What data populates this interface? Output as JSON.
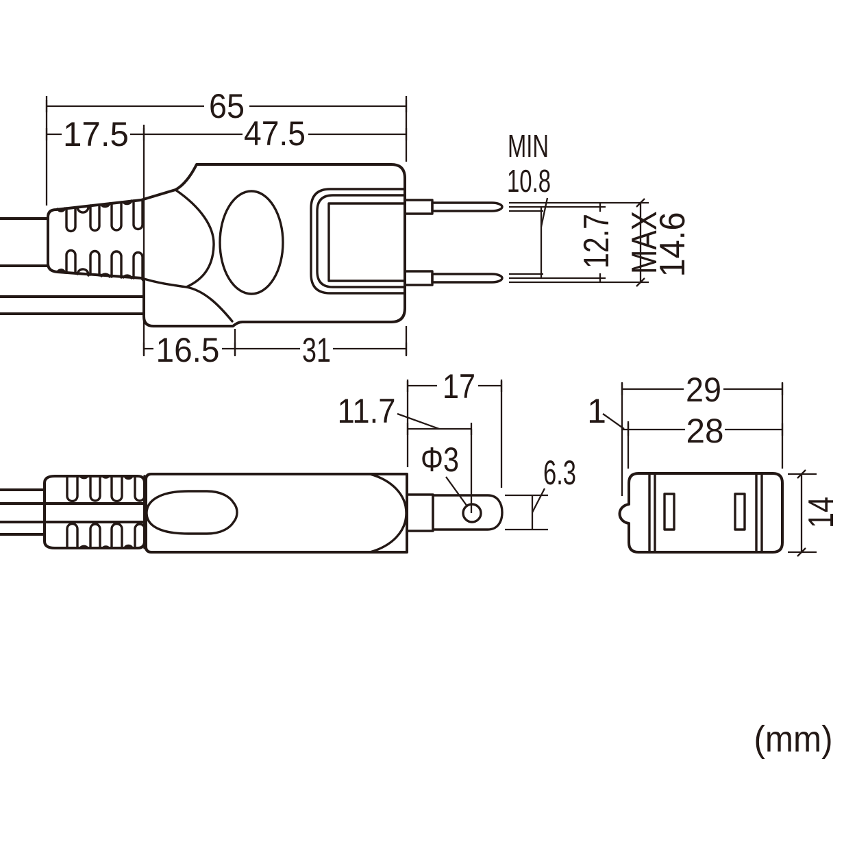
{
  "drawing": {
    "unit_label": "(mm)",
    "line_color": "#231815",
    "background_color": "#ffffff",
    "top_view": {
      "overall_length": "65",
      "boot_length": "17.5",
      "body_length": "47.5",
      "rear_body_length": "16.5",
      "front_body_length": "31",
      "pin_span_min_label": "MIN",
      "pin_span_min_value": "10.8",
      "pin_span_nominal": "12.7",
      "pin_span_max_label": "MAX",
      "pin_span_max_value": "14.6"
    },
    "side_view": {
      "blade_length": "17",
      "hole_center_offset": "11.7",
      "hole_diameter": "Φ3",
      "blade_width": "6.3"
    },
    "front_view": {
      "overall_width": "29",
      "body_width": "28",
      "tongue_protrusion": "1",
      "body_height": "14"
    }
  }
}
